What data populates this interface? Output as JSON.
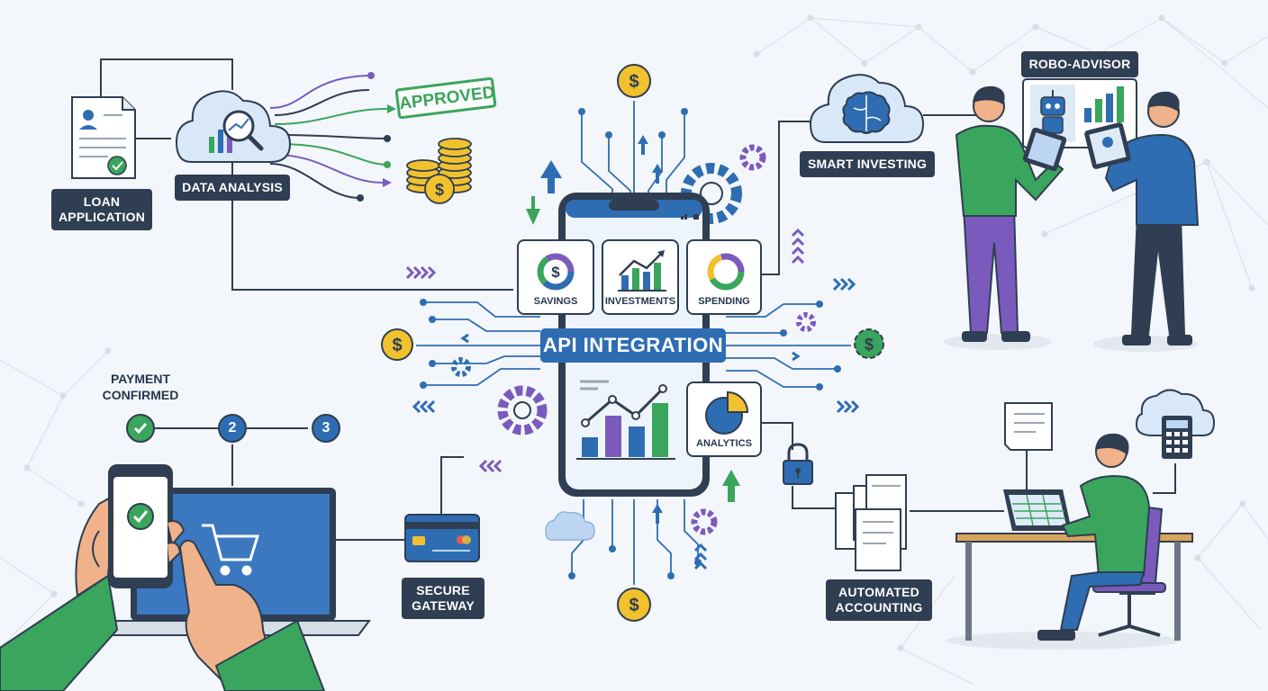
{
  "labels": {
    "loan_application": "LOAN\nAPPLICATION",
    "data_analysis": "DATA ANALYSIS",
    "approved": "APPROVED",
    "smart_investing": "SMART INVESTING",
    "robo_advisor": "ROBO-ADVISOR",
    "payment_confirmed": "PAYMENT\nCONFIRMED",
    "secure_gateway": "SECURE\nGATEWAY",
    "automated_accounting": "AUTOMATED\nACCOUNTING",
    "api_integration": "API INTEGRATION"
  },
  "phone_cards": {
    "savings": "SAVINGS",
    "investments": "INVESTMENTS",
    "spending": "SPENDING",
    "analytics": "ANALYTICS"
  },
  "steps": [
    "2",
    "3"
  ],
  "icons": [
    "document-icon",
    "cloud-icon",
    "magnifier-icon",
    "coin-stack-icon",
    "dollar-coin-icon",
    "gear-icon",
    "brain-icon",
    "robot-icon",
    "tablet-icon",
    "lock-icon",
    "credit-card-icon",
    "shopping-cart-icon",
    "check-icon",
    "calculator-icon",
    "receipt-icon",
    "monitor-icon",
    "chair-icon",
    "smartphone-icon",
    "donut-chart-icon",
    "bar-chart-icon",
    "pie-chart-icon",
    "line-chart-icon",
    "arrow-icon"
  ],
  "colors": {
    "navy": "#2f3e52",
    "blue": "#2f6db3",
    "green": "#3aa55c",
    "purple": "#7a5bbd",
    "gold": "#f2c12e",
    "background": "#f3f6fa"
  }
}
